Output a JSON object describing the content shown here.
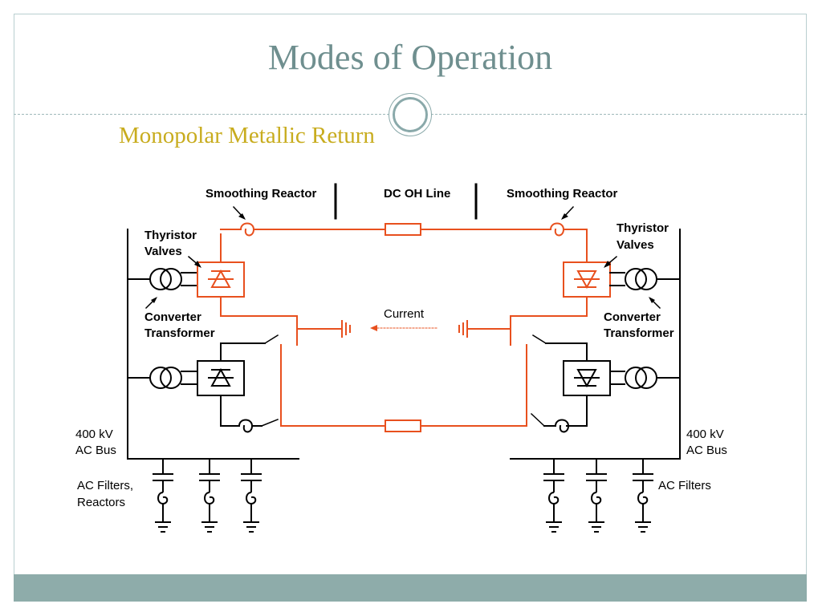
{
  "slide": {
    "title": "Modes of Operation",
    "subtitle": "Monopolar Metallic Return"
  },
  "diagram": {
    "labels": {
      "smoothing_reactor_left": "Smoothing Reactor",
      "dc_oh_line": "DC OH Line",
      "smoothing_reactor_right": "Smoothing Reactor",
      "thyristor_left_1": "Thyristor",
      "thyristor_left_2": "Valves",
      "thyristor_right_1": "Thyristor",
      "thyristor_right_2": "Valves",
      "converter_left_1": "Converter",
      "converter_left_2": "Transformer",
      "converter_right_1": "Converter",
      "converter_right_2": "Transformer",
      "current": "Current",
      "bus_left_1": "400 kV",
      "bus_left_2": "AC Bus",
      "bus_right_1": "400 kV",
      "bus_right_2": "AC Bus",
      "filters_left_1": "AC Filters,",
      "filters_left_2": "Reactors",
      "filters_right": "AC Filters"
    },
    "colors": {
      "active": "#e8501e",
      "inactive": "#000000"
    }
  }
}
